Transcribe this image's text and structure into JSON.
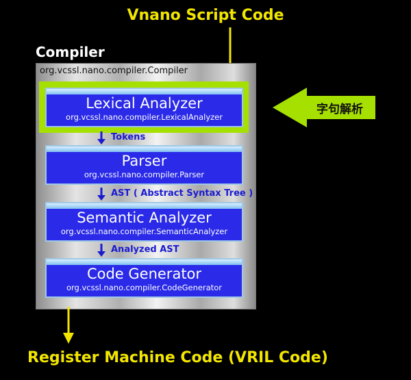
{
  "input_label": "Vnano Script Code",
  "output_label": "Register Machine Code (VRIL Code)",
  "compiler": {
    "title": "Compiler",
    "class_name": "org.vcssl.nano.compiler.Compiler"
  },
  "stages": [
    {
      "name": "Lexical Analyzer",
      "class_name": "org.vcssl.nano.compiler.LexicalAnalyzer"
    },
    {
      "name": "Parser",
      "class_name": "org.vcssl.nano.compiler.Parser"
    },
    {
      "name": "Semantic Analyzer",
      "class_name": "org.vcssl.nano.compiler.SemanticAnalyzer"
    },
    {
      "name": "Code Generator",
      "class_name": "org.vcssl.nano.compiler.CodeGenerator"
    }
  ],
  "flows": [
    "Tokens",
    "AST ( Abstract Syntax Tree )",
    "Analyzed AST"
  ],
  "callout": {
    "text": "字句解析"
  },
  "colors": {
    "label_yellow": "#f2e600",
    "highlight_green": "#a6e000",
    "stage_blue": "#2a2ae8",
    "flow_blue": "#1a1ad0"
  }
}
